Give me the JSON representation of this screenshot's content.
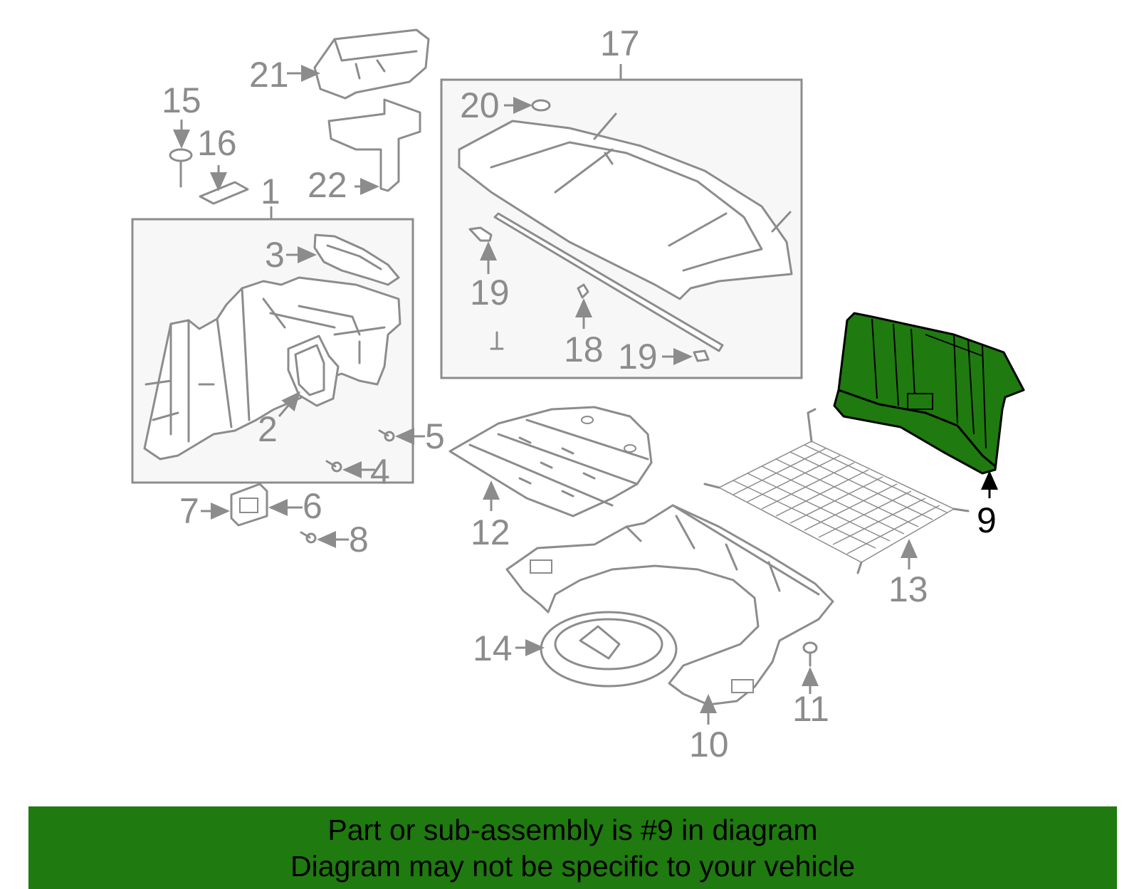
{
  "colors": {
    "highlight": "#1f7a0f",
    "part_stroke": "#8c8c8c",
    "background": "#ffffff"
  },
  "highlighted_part": "9",
  "callouts": {
    "c1": "1",
    "c2": "2",
    "c3": "3",
    "c4": "4",
    "c5": "5",
    "c6": "6",
    "c7": "7",
    "c8": "8",
    "c9": "9",
    "c10": "10",
    "c11": "11",
    "c12": "12",
    "c13": "13",
    "c14": "14",
    "c15": "15",
    "c16": "16",
    "c17": "17",
    "c18": "18",
    "c19a": "19",
    "c19b": "19",
    "c20": "20",
    "c21": "21",
    "c22": "22"
  },
  "banner": {
    "line1": "Part or sub-assembly is #9 in diagram",
    "line2": "Diagram may not be specific to your vehicle"
  }
}
